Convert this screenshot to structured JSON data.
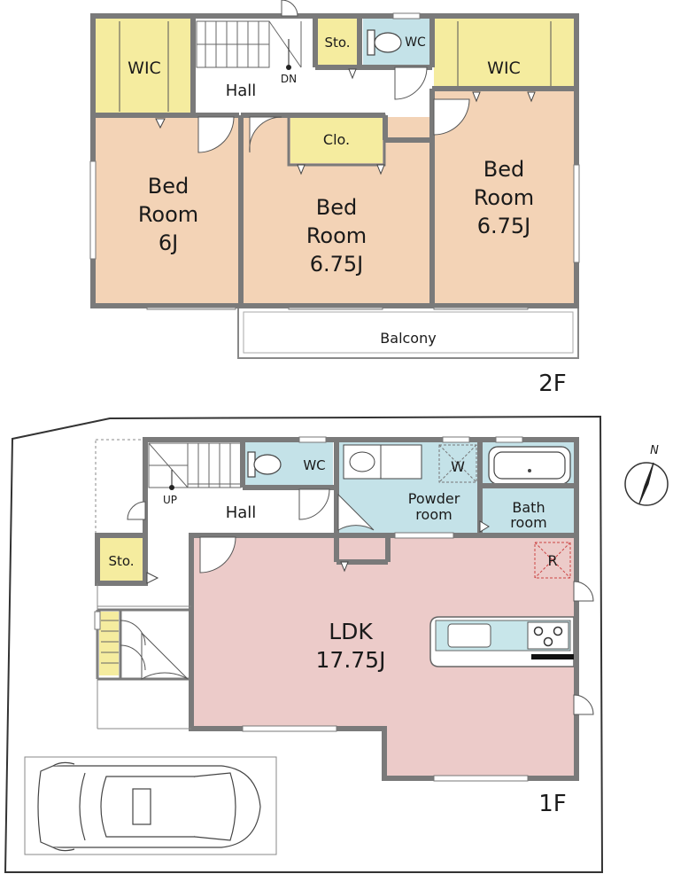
{
  "colors": {
    "bedroom": "#f3d3b6",
    "ldk": "#eccbc9",
    "wet": "#c4e2e8",
    "storage": "#f5ec9f",
    "wall": "#7a7a7a",
    "kitchen_counter": "#c8e6ea"
  },
  "floor2": {
    "label": "2F",
    "rooms": {
      "wic_left": "WIC",
      "wic_right": "WIC",
      "sto": "Sto.",
      "wc": "WC",
      "hall": "Hall",
      "dn": "DN",
      "clo": "Clo.",
      "bed_left": [
        "Bed",
        "Room",
        "6J"
      ],
      "bed_mid": [
        "Bed",
        "Room",
        "6.75J"
      ],
      "bed_right": [
        "Bed",
        "Room",
        "6.75J"
      ],
      "balcony": "Balcony"
    }
  },
  "floor1": {
    "label": "1F",
    "rooms": {
      "up": "UP",
      "hall": "Hall",
      "wc": "WC",
      "w_mark": "W",
      "powder": [
        "Powder",
        "room"
      ],
      "bath": [
        "Bath",
        "room"
      ],
      "sto": "Sto.",
      "r_mark": "R",
      "ldk": [
        "LDK",
        "17.75J"
      ]
    }
  },
  "compass": {
    "label": "N"
  }
}
